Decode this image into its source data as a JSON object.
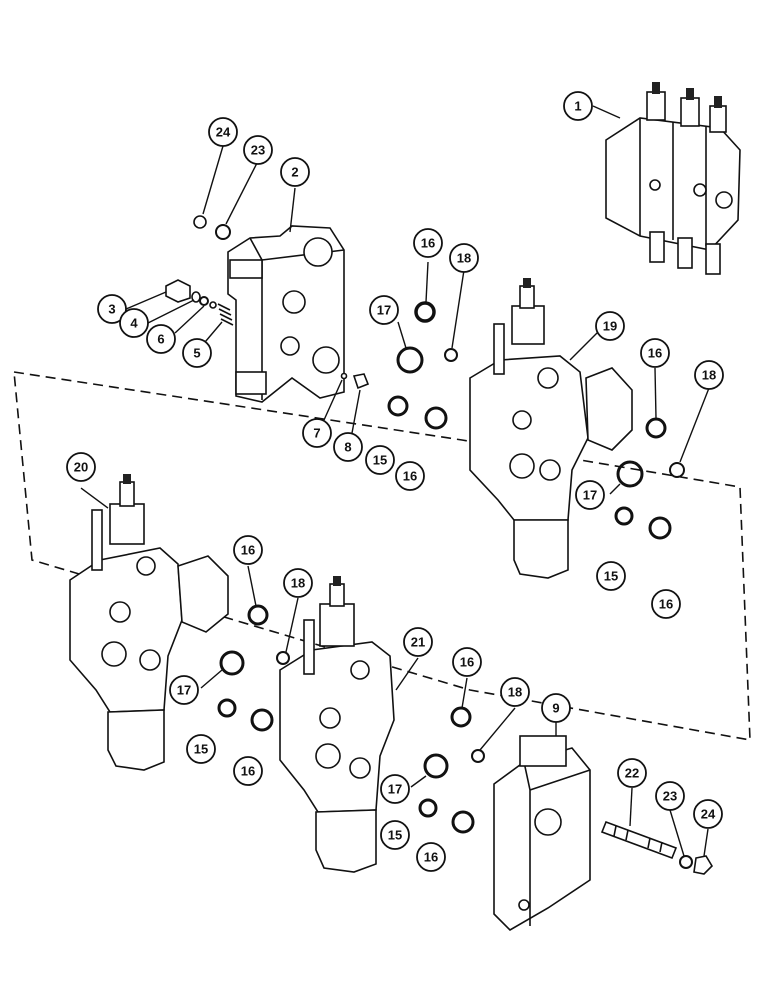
{
  "diagram": {
    "callouts": [
      {
        "id": "c1",
        "label": "1"
      },
      {
        "id": "c24a",
        "label": "24"
      },
      {
        "id": "c23a",
        "label": "23"
      },
      {
        "id": "c2",
        "label": "2"
      },
      {
        "id": "c3",
        "label": "3"
      },
      {
        "id": "c4",
        "label": "4"
      },
      {
        "id": "c6",
        "label": "6"
      },
      {
        "id": "c5",
        "label": "5"
      },
      {
        "id": "c7",
        "label": "7"
      },
      {
        "id": "c8",
        "label": "8"
      },
      {
        "id": "c16a",
        "label": "16"
      },
      {
        "id": "c18a",
        "label": "18"
      },
      {
        "id": "c17a",
        "label": "17"
      },
      {
        "id": "c15a",
        "label": "15"
      },
      {
        "id": "c16b",
        "label": "16"
      },
      {
        "id": "c19",
        "label": "19"
      },
      {
        "id": "c16c",
        "label": "16"
      },
      {
        "id": "c18b",
        "label": "18"
      },
      {
        "id": "c17b",
        "label": "17"
      },
      {
        "id": "c15b",
        "label": "15"
      },
      {
        "id": "c16d",
        "label": "16"
      },
      {
        "id": "c20",
        "label": "20"
      },
      {
        "id": "c16e",
        "label": "16"
      },
      {
        "id": "c18c",
        "label": "18"
      },
      {
        "id": "c17c",
        "label": "17"
      },
      {
        "id": "c15c",
        "label": "15"
      },
      {
        "id": "c16f",
        "label": "16"
      },
      {
        "id": "c21",
        "label": "21"
      },
      {
        "id": "c16g",
        "label": "16"
      },
      {
        "id": "c18d",
        "label": "18"
      },
      {
        "id": "c17d",
        "label": "17"
      },
      {
        "id": "c15d",
        "label": "15"
      },
      {
        "id": "c16h",
        "label": "16"
      },
      {
        "id": "c9",
        "label": "9"
      },
      {
        "id": "c22",
        "label": "22"
      },
      {
        "id": "c23b",
        "label": "23"
      },
      {
        "id": "c24b",
        "label": "24"
      }
    ]
  }
}
